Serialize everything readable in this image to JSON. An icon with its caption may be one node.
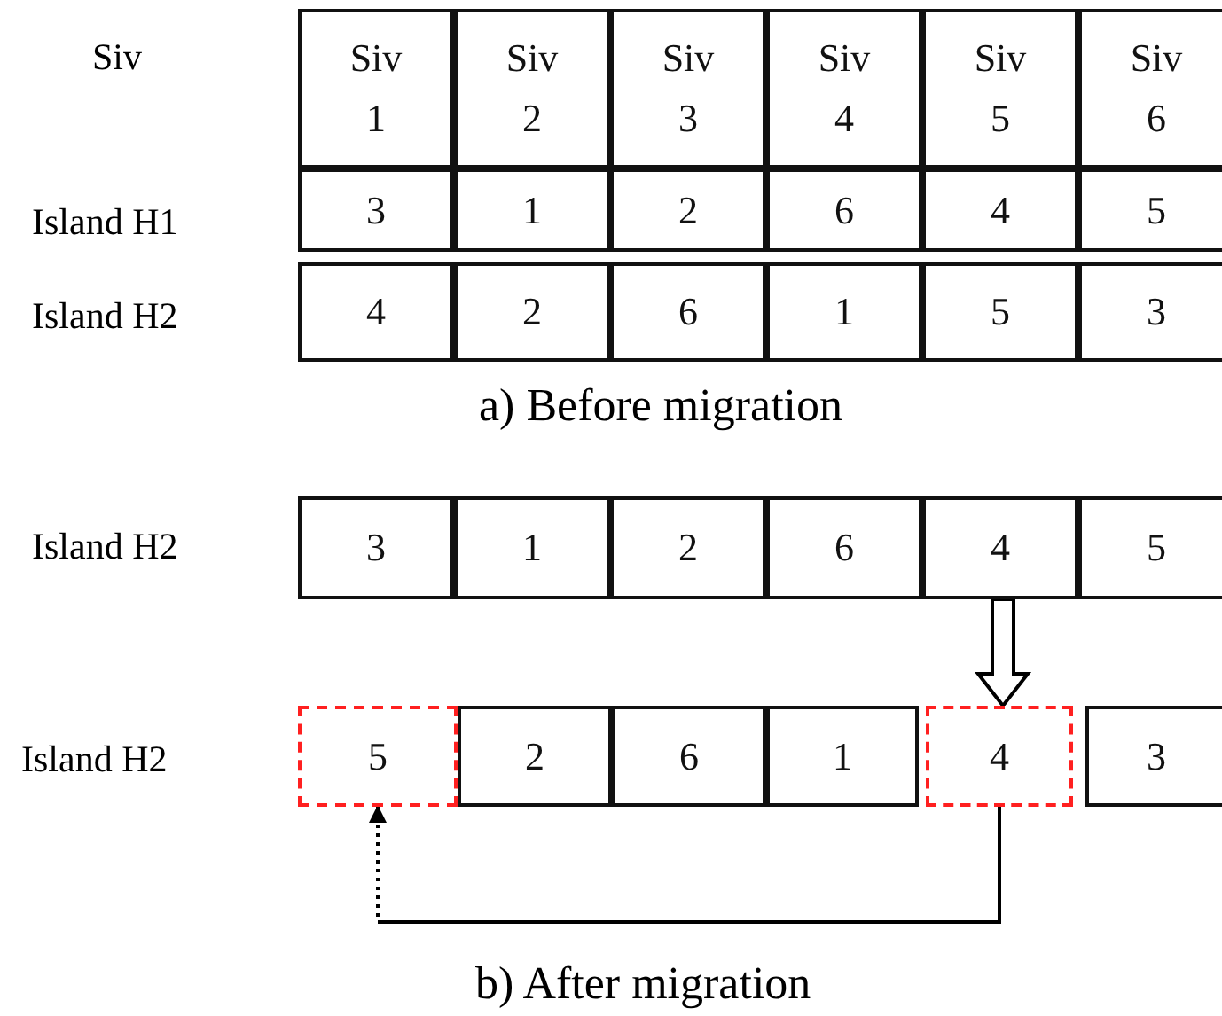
{
  "diagram": {
    "nodes": [
      {
        "text": [
          "Siv 1"
        ]
      },
      {
        "text": [
          "Siv 2"
        ]
      },
      {
        "text": [
          "Siv 3"
        ]
      },
      {
        "text": [
          "Siv 4"
        ]
      },
      {
        "text": [
          "Siv 5"
        ]
      },
      {
        "text": [
          "Siv 6"
        ]
      },
      {
        "text": [
          "3"
        ]
      },
      {
        "text": [
          "1"
        ]
      },
      {
        "text": [
          "2"
        ]
      },
      {
        "text": [
          "6"
        ]
      },
      {
        "text": [
          "4"
        ]
      },
      {
        "text": [
          "5"
        ]
      },
      {
        "text": [
          "4"
        ]
      },
      {
        "text": [
          "2"
        ]
      },
      {
        "text": [
          "6"
        ]
      },
      {
        "text": [
          "1"
        ]
      },
      {
        "text": [
          "5"
        ]
      },
      {
        "text": [
          "3"
        ]
      },
      {
        "text": [
          "3"
        ]
      },
      {
        "text": [
          "1"
        ]
      },
      {
        "text": [
          "2"
        ]
      },
      {
        "text": [
          "6"
        ]
      },
      {
        "text": [
          "4"
        ]
      },
      {
        "text": [
          "5"
        ]
      },
      {
        "text": [
          "5"
        ]
      },
      {
        "text": [
          "2"
        ]
      },
      {
        "text": [
          "6"
        ]
      },
      {
        "text": [
          "1"
        ]
      },
      {
        "text": [
          "4"
        ]
      },
      {
        "text": [
          "3"
        ]
      }
    ],
    "edges": [
      {
        "from": 22,
        "to": 28,
        "arrow": "to"
      },
      {
        "from": 28,
        "to": 24,
        "arrow": "to",
        "style": "dashed"
      }
    ],
    "labels": [
      "Siv",
      "Island H1",
      "Island H2",
      "a) Before migration",
      "Island H2",
      "Island H2",
      "b) After migration"
    ]
  }
}
